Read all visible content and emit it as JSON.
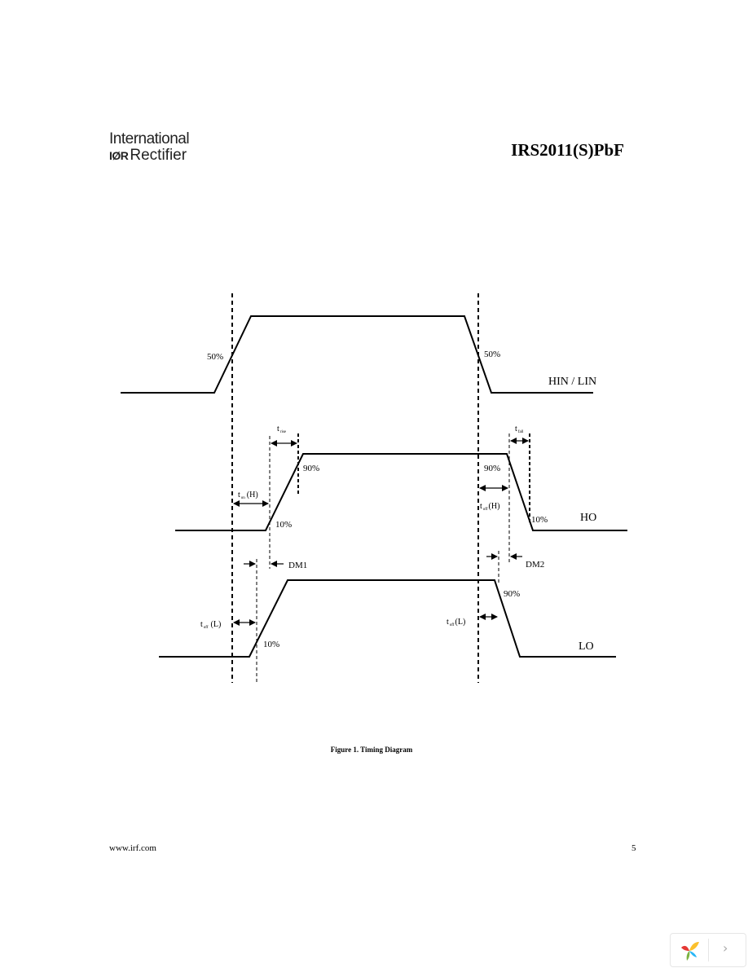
{
  "header": {
    "logo_line1": "International",
    "logo_mark": "IØR",
    "logo_line2": "Rectifier",
    "part_number": "IRS2011(S)PbF"
  },
  "diagram": {
    "signal_labels": {
      "hin_lin": "HIN / LIN",
      "ho": "HO",
      "lo": "LO"
    },
    "percent_labels": {
      "p50_left": "50%",
      "p50_right": "50%",
      "ho_90_left": "90%",
      "ho_90_right": "90%",
      "ho_10_left": "10%",
      "ho_10_right": "10%",
      "lo_90": "90%",
      "lo_10": "10%"
    },
    "timing_labels": {
      "t_rise_main": "t",
      "t_rise_sub": "rise",
      "t_fall_main": "t",
      "t_fall_sub": "fall",
      "t_on_h_main": "t",
      "t_on_h_sub": "on",
      "t_on_h_suffix": "(H)",
      "t_off_h_main": "t",
      "t_off_h_sub": "off",
      "t_off_h_suffix": "(H)",
      "t_off_l_main": "t",
      "t_off_l_sub": "off",
      "t_off_l_suffix": "(L)",
      "t_on_l_main": "t",
      "t_on_l_sub": "off",
      "t_on_l_suffix": "(L)",
      "dm1": "DM1",
      "dm2": "DM2"
    }
  },
  "caption": "Figure 1.  Timing Diagram",
  "footer": {
    "url": "www.irf.com",
    "page": "5"
  },
  "viewer": {
    "logo_icon": "app-logo-icon",
    "next_icon": "chevron-right-icon",
    "next_glyph": "›"
  }
}
